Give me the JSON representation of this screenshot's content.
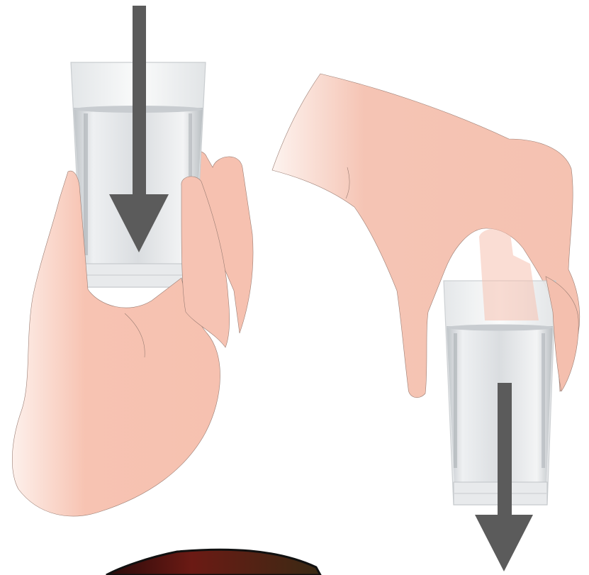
{
  "figure": {
    "panels": [
      {
        "id": "left",
        "grip": "hand-holding-glass-from-side",
        "arrow_direction": "down",
        "arrow_icon": "down-arrow-icon"
      },
      {
        "id": "right",
        "grip": "hand-holding-glass-from-top",
        "arrow_direction": "down",
        "arrow_icon": "down-arrow-icon"
      }
    ],
    "colors": {
      "skin": "#f7c3b2",
      "skin_fade": "#fbe6df",
      "skin_outline": "#9a7d73",
      "arrow": "#5b5b5b",
      "glass_water": "#d7dadd",
      "glass_rim": "#eef0f1",
      "dark_object": "#5a1414"
    }
  }
}
